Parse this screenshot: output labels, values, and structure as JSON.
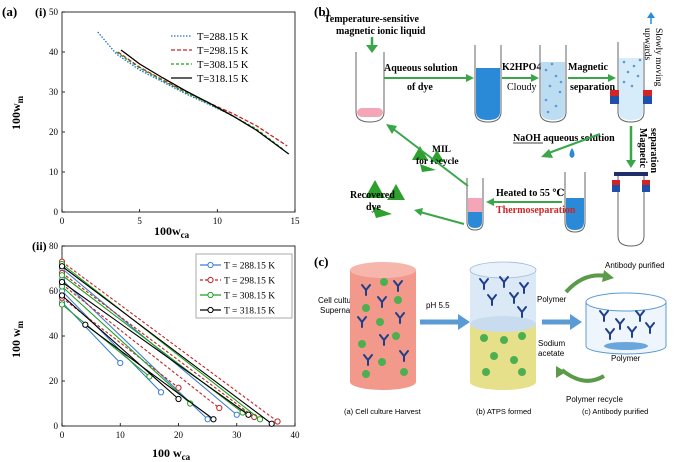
{
  "panel_a": {
    "label": "(a)",
    "sub_i": {
      "label": "(i)",
      "xlabel": "100w",
      "xlabel_sub": "ca",
      "ylabel": "100w",
      "ylabel_sub": "m",
      "xticks": [
        "0",
        "5",
        "10",
        "15"
      ],
      "yticks": [
        "0",
        "10",
        "20",
        "30",
        "40",
        "50"
      ],
      "legend": [
        "T=288.15 K",
        "T=298.15 K",
        "T=308.15 K",
        "T=318.15 K"
      ]
    },
    "sub_ii": {
      "label": "(ii)",
      "xlabel": "100 w",
      "xlabel_sub": "ca",
      "ylabel": "100 w",
      "ylabel_sub": "m",
      "xticks": [
        "0",
        "10",
        "20",
        "30",
        "40"
      ],
      "yticks": [
        "0",
        "20",
        "40",
        "60",
        "80"
      ],
      "legend": [
        "T = 288.15 K",
        "T = 298.15 K",
        "T = 308.15 K",
        "T = 318.15 K"
      ]
    }
  },
  "chart_data": [
    {
      "type": "line",
      "xlim": [
        0,
        15
      ],
      "ylim": [
        0,
        50
      ],
      "series": [
        {
          "name": "T=288.15 K",
          "color": "#1f6fd6",
          "x": [
            2.3,
            3.5,
            5,
            6.5,
            8,
            9.5,
            10.5
          ],
          "y": [
            45,
            39.5,
            35.5,
            32.5,
            29.5,
            26.8,
            25
          ]
        },
        {
          "name": "T=298.15 K",
          "color": "#c42424",
          "x": [
            3.6,
            5,
            6.5,
            8,
            9.5,
            11,
            12.5,
            14.5
          ],
          "y": [
            40,
            36.2,
            33,
            30,
            27.2,
            24.6,
            21.6,
            16.5
          ]
        },
        {
          "name": "T=308.15 K",
          "color": "#22a022",
          "x": [
            3.5,
            5,
            6.5,
            8,
            9.5,
            11,
            12.5,
            14.3
          ],
          "y": [
            40,
            36,
            32.8,
            29.8,
            27,
            24,
            20.8,
            15.5
          ]
        },
        {
          "name": "T=318.15 K",
          "color": "#000000",
          "x": [
            3.8,
            5,
            6.5,
            8,
            9.5,
            11,
            12.5,
            14.6
          ],
          "y": [
            40.5,
            37,
            33.5,
            30.2,
            27.2,
            24,
            20.5,
            14.5
          ]
        }
      ]
    },
    {
      "type": "line",
      "xlim": [
        0,
        40
      ],
      "ylim": [
        0,
        80
      ],
      "series": [
        {
          "name": "T = 288.15 K",
          "color": "#3b7fd0",
          "tie_lines": [
            [
              [
                0,
                70
              ],
              [
                30,
                5
              ]
            ],
            [
              [
                0,
                65
              ],
              [
                25,
                3
              ]
            ],
            [
              [
                0,
                60
              ],
              [
                17,
                15
              ]
            ],
            [
              [
                0,
                55
              ],
              [
                10,
                28
              ]
            ]
          ]
        },
        {
          "name": "T = 298.15 K",
          "color": "#c42424",
          "tie_lines": [
            [
              [
                0,
                73
              ],
              [
                37,
                2
              ]
            ],
            [
              [
                0,
                68
              ],
              [
                33,
                4
              ]
            ],
            [
              [
                0,
                63
              ],
              [
                27,
                8
              ]
            ],
            [
              [
                0,
                57
              ],
              [
                20,
                17
              ]
            ]
          ]
        },
        {
          "name": "T = 308.15 K",
          "color": "#22a022",
          "tie_lines": [
            [
              [
                0,
                72
              ],
              [
                34,
                3
              ]
            ],
            [
              [
                0,
                67
              ],
              [
                31,
                6
              ]
            ],
            [
              [
                0,
                62
              ],
              [
                22,
                10
              ]
            ],
            [
              [
                0,
                54
              ],
              [
                15,
                22
              ]
            ]
          ]
        },
        {
          "name": "T = 318.15 K",
          "color": "#000000",
          "tie_lines": [
            [
              [
                0,
                71
              ],
              [
                36,
                1
              ]
            ],
            [
              [
                0,
                64
              ],
              [
                32,
                5
              ]
            ],
            [
              [
                0,
                58
              ],
              [
                20,
                12
              ]
            ],
            [
              [
                4,
                45
              ],
              [
                26,
                3
              ]
            ]
          ]
        }
      ]
    }
  ],
  "panel_b": {
    "label": "(b)",
    "top_label_1": "Temperature-sensitive",
    "top_label_2": "magnetic ionic liquid",
    "step1_1": "Aqueous solution",
    "step1_2": "of dye",
    "reagent": "K2HPO4",
    "cloudy": "Cloudy",
    "step2_1": "Magnetic",
    "step2_2": "separation",
    "side_1": "Slowly moving",
    "side_2": "upwards",
    "mil_1": "MIL",
    "mil_2": "for recycle",
    "naoh": "NaOH  aqueous solution",
    "magsep_1": "Magnetic",
    "magsep_2": "separation",
    "heat": "Heated to 55 ℃",
    "thermo": "Thermoseparation",
    "recovered_1": "Recovered",
    "recovered_2": "dye"
  },
  "panel_c": {
    "label": "(c)",
    "supernatant_1": "Cell culture",
    "supernatant_2": "Supernatant",
    "ph": "pH 5.5",
    "polymer": "Polymer",
    "sodium_1": "Sodium",
    "sodium_2": "acetate",
    "antibody_top": "Antibody purified",
    "polymer_bottom": "Polymer",
    "polymer_recycle": "Polymer recycle",
    "cap_a": "(a) Cell culture Harvest",
    "cap_b": "(b) ATPS formed",
    "cap_c": "(c) Antibody purified"
  }
}
